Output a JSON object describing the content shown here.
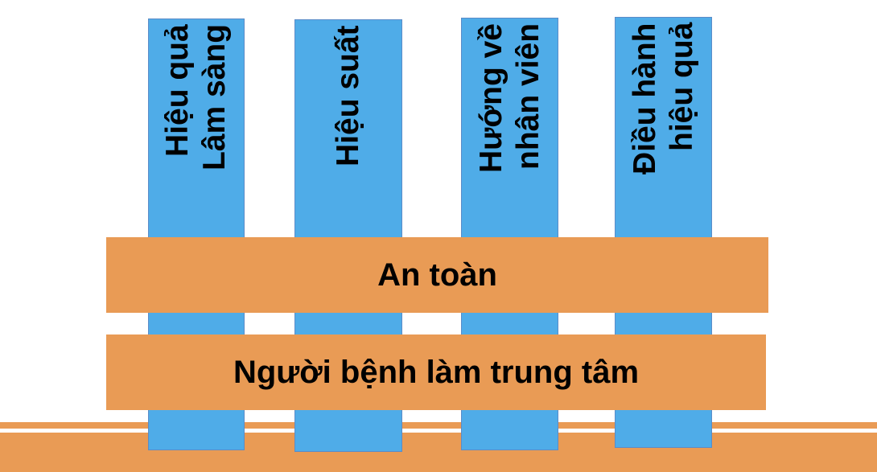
{
  "pillars": [
    {
      "label": "Hiệu quả Lâm sàng"
    },
    {
      "label": "Hiệu suất"
    },
    {
      "label": "Hướng về nhân viên"
    },
    {
      "label": "Điều hành hiệu quả"
    }
  ],
  "bands": {
    "upper": "An toàn",
    "lower": "Người bệnh làm trung tâm"
  },
  "colors": {
    "pillar": "#4FACE8",
    "band": "#E99B55"
  }
}
